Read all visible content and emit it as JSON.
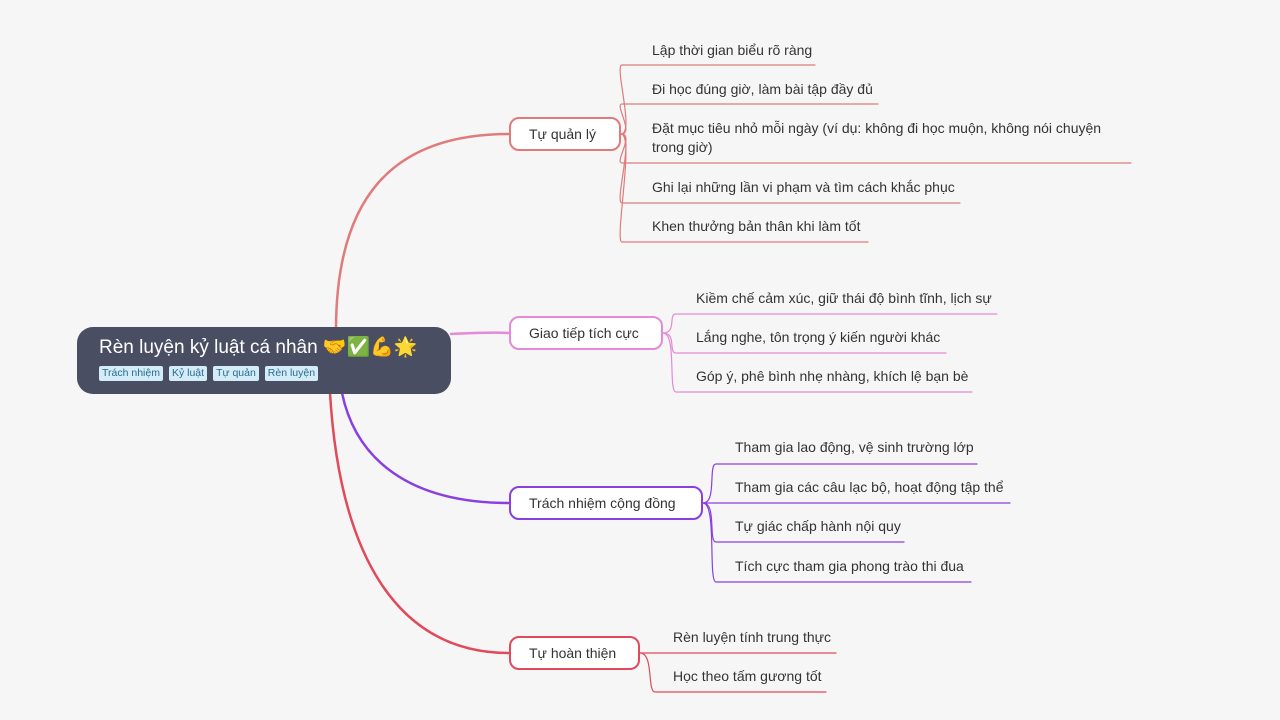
{
  "root": {
    "title": "Rèn luyện kỷ luật cá nhân 🤝✅💪🌟",
    "tags": [
      "Trách nhiệm",
      "Kỷ luật",
      "Tự quản",
      "Rèn luyện"
    ]
  },
  "branches": [
    {
      "label": "Tự quản lý",
      "color": "#e07b7b",
      "children": [
        "Lập thời gian biểu rõ ràng",
        "Đi học đúng giờ, làm bài tập đầy đủ",
        "Đặt mục tiêu nhỏ mỗi ngày (ví dụ: không đi học muộn, không nói chuyện trong giờ)",
        "Ghi lại những lần vi phạm và tìm cách khắc phục",
        "Khen thưởng bản thân khi làm tốt"
      ]
    },
    {
      "label": "Giao tiếp tích cực",
      "color": "#e58ad6",
      "children": [
        "Kiềm chế cảm xúc, giữ thái độ bình tĩnh, lịch sự",
        "Lắng nghe, tôn trọng ý kiến người khác",
        "Góp ý, phê bình nhẹ nhàng, khích lệ bạn bè"
      ]
    },
    {
      "label": "Trách nhiệm cộng đồng",
      "color": "#8a3fe0",
      "children": [
        "Tham gia lao động, vệ sinh trường lớp",
        "Tham gia các câu lạc bộ, hoạt động tập thể",
        "Tự giác chấp hành nội quy",
        "Tích cực tham gia phong trào thi đua"
      ]
    },
    {
      "label": "Tự hoàn thiện",
      "color": "#e04a5a",
      "children": [
        "Rèn luyện tính trung thực",
        "Học theo tấm gương tốt"
      ]
    }
  ]
}
